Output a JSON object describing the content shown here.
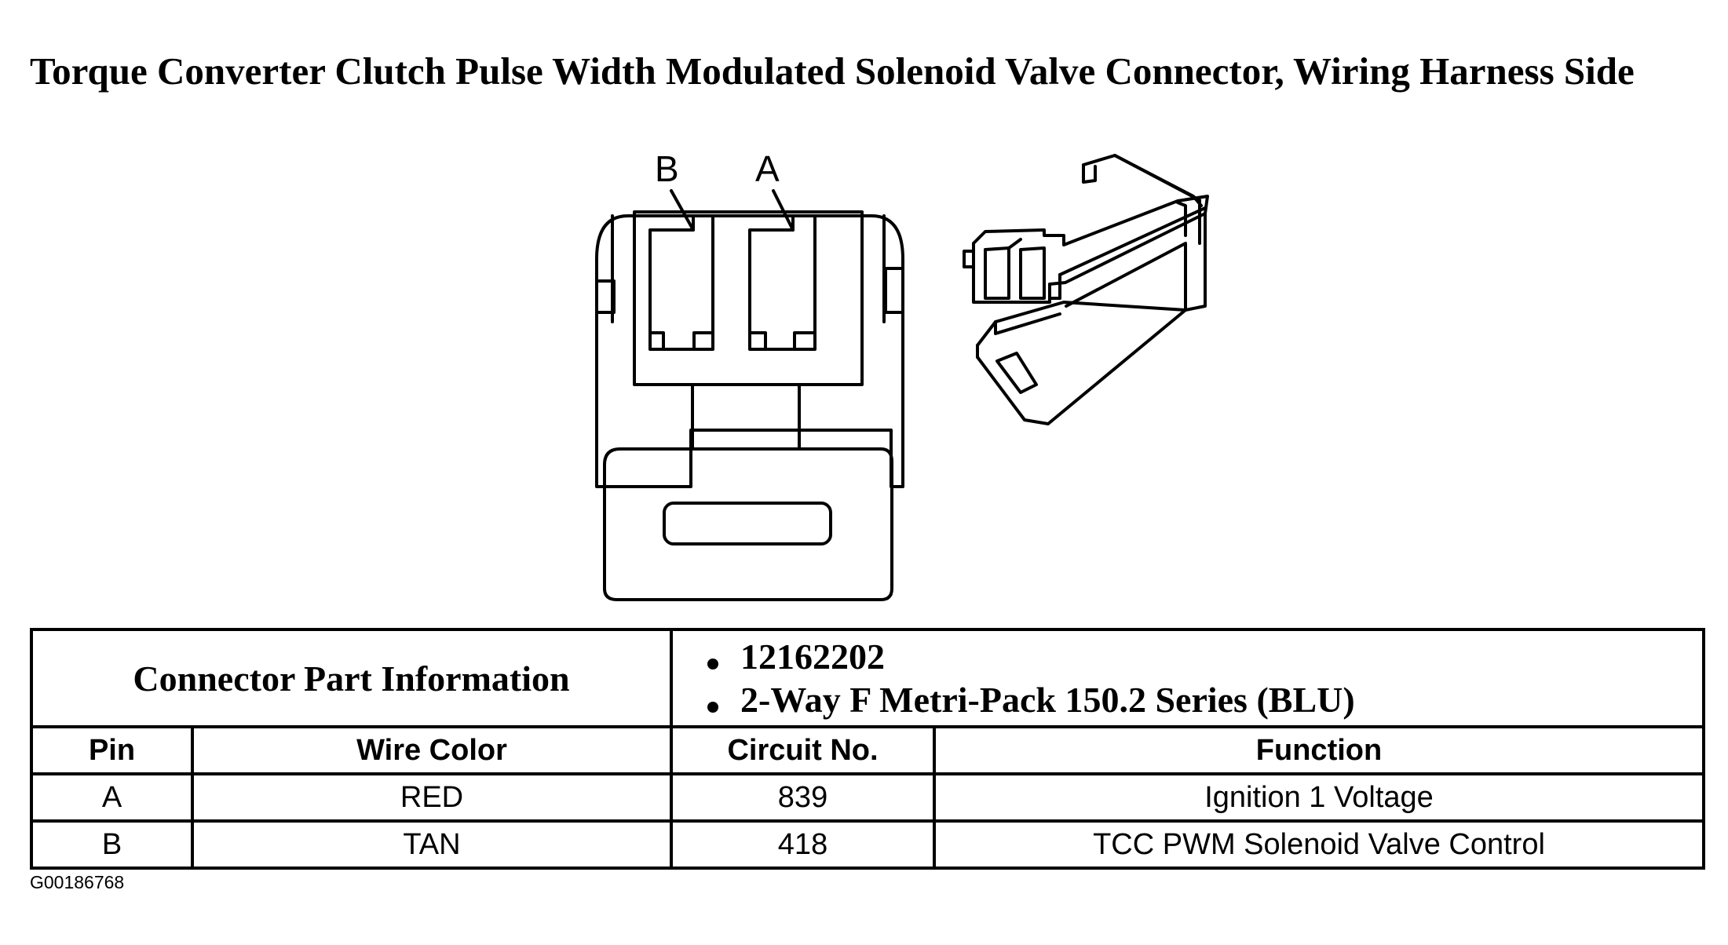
{
  "title": "Torque Converter Clutch Pulse Width Modulated Solenoid Valve Connector, Wiring Harness Side",
  "diagram": {
    "pin_labels": [
      "B",
      "A"
    ]
  },
  "connector_info": {
    "label": "Connector Part Information",
    "items": [
      "12162202",
      "2-Way F Metri-Pack 150.2 Series (BLU)"
    ]
  },
  "table": {
    "headers": [
      "Pin",
      "Wire Color",
      "Circuit No.",
      "Function"
    ],
    "rows": [
      [
        "A",
        "RED",
        "839",
        "Ignition 1 Voltage"
      ],
      [
        "B",
        "TAN",
        "418",
        "TCC PWM Solenoid Valve Control"
      ]
    ]
  },
  "figure_id": "G00186768"
}
